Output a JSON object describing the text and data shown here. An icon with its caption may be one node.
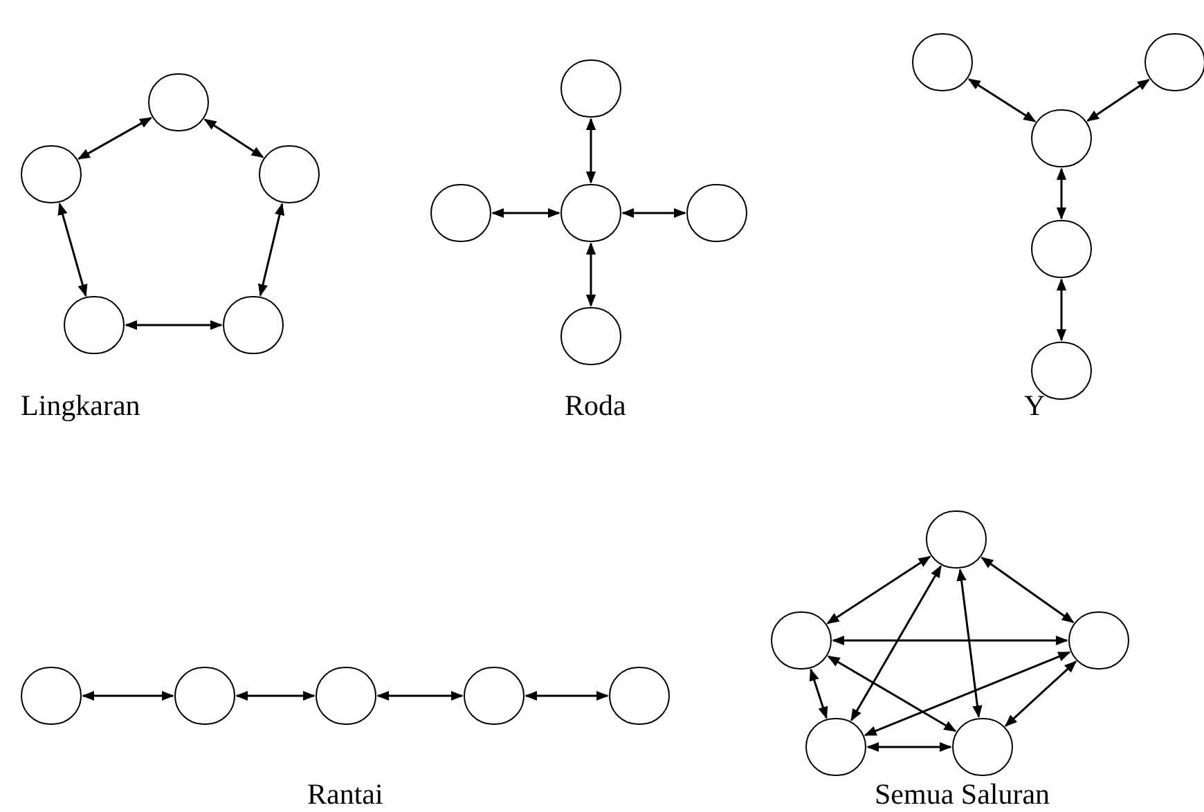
{
  "diagram": {
    "nodes": [
      {
        "text": [],
        "shape": "circle"
      },
      {
        "text": [],
        "shape": "circle"
      },
      {
        "text": [],
        "shape": "circle"
      },
      {
        "text": [],
        "shape": "circle"
      },
      {
        "text": [],
        "shape": "circle"
      },
      {
        "text": [],
        "shape": "circle"
      },
      {
        "text": [],
        "shape": "circle"
      },
      {
        "text": [],
        "shape": "circle"
      },
      {
        "text": [],
        "shape": "circle"
      },
      {
        "text": [],
        "shape": "circle"
      },
      {
        "text": [],
        "shape": "circle"
      },
      {
        "text": [],
        "shape": "circle"
      },
      {
        "text": [],
        "shape": "circle"
      },
      {
        "text": [],
        "shape": "circle"
      },
      {
        "text": [],
        "shape": "circle"
      },
      {
        "text": [],
        "shape": "circle"
      },
      {
        "text": [],
        "shape": "circle"
      },
      {
        "text": [],
        "shape": "circle"
      },
      {
        "text": [],
        "shape": "circle"
      },
      {
        "text": [],
        "shape": "circle"
      },
      {
        "text": [],
        "shape": "circle"
      },
      {
        "text": [],
        "shape": "circle"
      },
      {
        "text": [],
        "shape": "circle"
      },
      {
        "text": [],
        "shape": "circle"
      },
      {
        "text": [],
        "shape": "circle"
      }
    ],
    "edges": [
      {
        "from": 0,
        "to": 1,
        "arrow": "both"
      },
      {
        "from": 0,
        "to": 2,
        "arrow": "both"
      },
      {
        "from": 1,
        "to": 3,
        "arrow": "both"
      },
      {
        "from": 2,
        "to": 4,
        "arrow": "both"
      },
      {
        "from": 3,
        "to": 4,
        "arrow": "both"
      },
      {
        "from": 5,
        "to": 7,
        "arrow": "both"
      },
      {
        "from": 6,
        "to": 7,
        "arrow": "both"
      },
      {
        "from": 7,
        "to": 8,
        "arrow": "both"
      },
      {
        "from": 7,
        "to": 9,
        "arrow": "both"
      },
      {
        "from": 10,
        "to": 12,
        "arrow": "both"
      },
      {
        "from": 11,
        "to": 12,
        "arrow": "both"
      },
      {
        "from": 12,
        "to": 13,
        "arrow": "both"
      },
      {
        "from": 13,
        "to": 14,
        "arrow": "both"
      },
      {
        "from": 15,
        "to": 16,
        "arrow": "both"
      },
      {
        "from": 16,
        "to": 17,
        "arrow": "both"
      },
      {
        "from": 17,
        "to": 18,
        "arrow": "both"
      },
      {
        "from": 18,
        "to": 19,
        "arrow": "both"
      },
      {
        "from": 20,
        "to": 21,
        "arrow": "both"
      },
      {
        "from": 20,
        "to": 22,
        "arrow": "both"
      },
      {
        "from": 20,
        "to": 23,
        "arrow": "both"
      },
      {
        "from": 20,
        "to": 24,
        "arrow": "both"
      },
      {
        "from": 21,
        "to": 22,
        "arrow": "both"
      },
      {
        "from": 21,
        "to": 23,
        "arrow": "both"
      },
      {
        "from": 21,
        "to": 24,
        "arrow": "both"
      },
      {
        "from": 22,
        "to": 23,
        "arrow": "both"
      },
      {
        "from": 22,
        "to": 24,
        "arrow": "both"
      },
      {
        "from": 23,
        "to": 24,
        "arrow": "both"
      }
    ],
    "labels": [
      "Lingkaran",
      "Roda",
      "Y",
      "Rantai",
      "Semua Saluran"
    ]
  }
}
